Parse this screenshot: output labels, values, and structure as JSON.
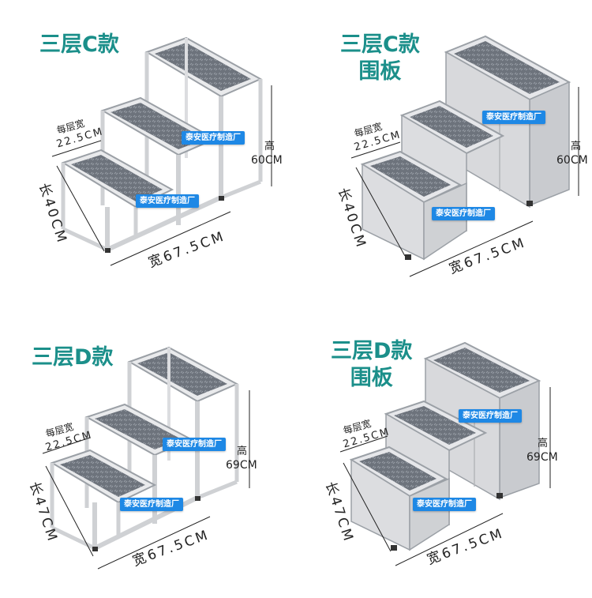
{
  "theme": {
    "title_color": "#1b8f8a",
    "tag_color": "#1e88e5"
  },
  "panels": [
    {
      "title_lines": [
        "三层C款"
      ],
      "step_width_label": "每层宽",
      "step_width_value": "22.5CM",
      "height_label": "高",
      "height_value": "60CM",
      "length_label": "长40CM",
      "width_label": "宽67.5CM",
      "tags": [
        "泰安医疗制造厂",
        "泰安医疗制造厂"
      ],
      "variant": "open-frame"
    },
    {
      "title_lines": [
        "三层C款",
        "围板"
      ],
      "step_width_label": "每层宽",
      "step_width_value": "22.5CM",
      "height_label": "高",
      "height_value": "60CM",
      "length_label": "长40CM",
      "width_label": "宽67.5CM",
      "tags": [
        "泰安医疗制造厂",
        "泰安医疗制造厂"
      ],
      "variant": "enclosed"
    },
    {
      "title_lines": [
        "三层D款"
      ],
      "step_width_label": "每层宽",
      "step_width_value": "22.5CM",
      "height_label": "高",
      "height_value": "69CM",
      "length_label": "长47CM",
      "width_label": "宽67.5CM",
      "tags": [
        "泰安医疗制造厂",
        "泰安医疗制造厂"
      ],
      "variant": "open-frame"
    },
    {
      "title_lines": [
        "三层D款",
        "围板"
      ],
      "step_width_label": "每层宽",
      "step_width_value": "22.5CM",
      "height_label": "高",
      "height_value": "69CM",
      "length_label": "长47CM",
      "width_label": "宽67.5CM",
      "tags": [
        "泰安医疗制造厂",
        "泰安医疗制造厂"
      ],
      "variant": "enclosed"
    }
  ]
}
